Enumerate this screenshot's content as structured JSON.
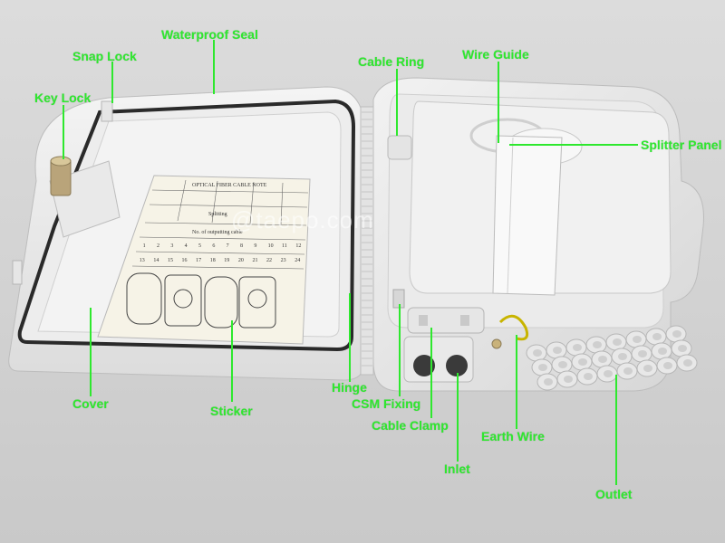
{
  "colors": {
    "label": "#2ee82e",
    "leader": "#2ee82e",
    "housing": "#ececec",
    "seal": "#2a2a2a"
  },
  "watermark": "@taepo.com",
  "labels": {
    "waterproof_seal": "Waterproof Seal",
    "snap_lock": "Snap Lock",
    "key_lock": "Key Lock",
    "cable_ring": "Cable Ring",
    "wire_guide": "Wire Guide",
    "splitter_panel": "Splitter Panel",
    "cover": "Cover",
    "sticker": "Sticker",
    "hinge": "Hinge",
    "csm_fixing": "CSM Fixing",
    "cable_clamp": "Cable Clamp",
    "earth_wire": "Earth Wire",
    "inlet": "Inlet",
    "outlet": "Outlet"
  },
  "sticker": {
    "title": "OPTICAL FIBER CABLE NOTE",
    "splitting": "Splitting",
    "outputs_row": "No. of outputting cable",
    "numbers_row1": [
      "1",
      "2",
      "3",
      "4",
      "5",
      "6",
      "7",
      "8",
      "9",
      "10",
      "11",
      "12"
    ],
    "numbers_row2": [
      "13",
      "14",
      "15",
      "16",
      "17",
      "18",
      "19",
      "20",
      "21",
      "22",
      "23",
      "24"
    ]
  }
}
